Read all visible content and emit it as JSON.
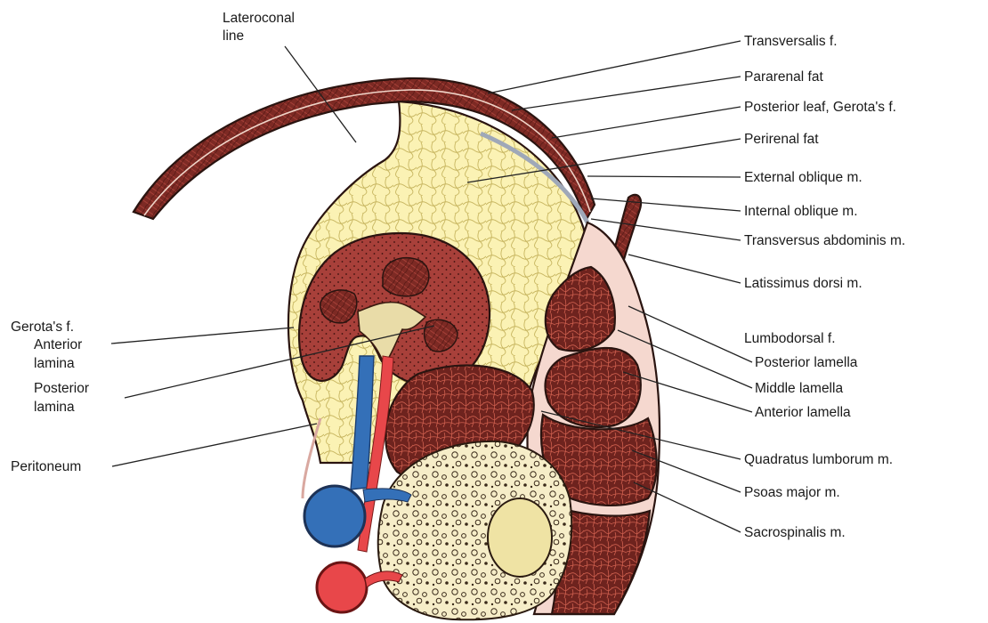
{
  "colors": {
    "muscle": "#7d2a24",
    "muscle_dark": "#5a1a16",
    "muscle_fiber": "#c9564a",
    "fat": "#fbf2b4",
    "fat_lines": "#c7b55f",
    "kidney": "#a8403a",
    "vein": "#3470b8",
    "artery": "#e8474a",
    "bone": "#f6edc8",
    "spinal_canal": "#efe3a4",
    "fascia": "#f4d6cf",
    "line": "#222222"
  },
  "labels": {
    "lateroconal_line": [
      "Lateroconal",
      "line"
    ],
    "transversalis": "Transversalis f.",
    "pararenal_fat": "Pararenal fat",
    "posterior_leaf": "Posterior leaf, Gerota's f.",
    "perirenal_fat": "Perirenal fat",
    "external_oblique": "External oblique m.",
    "internal_oblique": "Internal oblique m.",
    "transversus": "Transversus abdominis m.",
    "latissimus": "Latissimus dorsi m.",
    "lumbodorsal": "Lumbodorsal f.",
    "posterior_lamella": "Posterior lamella",
    "middle_lamella": "Middle lamella",
    "anterior_lamella": "Anterior lamella",
    "quadratus": "Quadratus lumborum m.",
    "psoas": "Psoas major m.",
    "sacrospinalis": "Sacrospinalis m.",
    "gerota": "Gerota's f.",
    "anterior_lamina": [
      "Anterior",
      "lamina"
    ],
    "posterior_lamina": [
      "Posterior",
      "lamina"
    ],
    "peritoneum": "Peritoneum"
  }
}
